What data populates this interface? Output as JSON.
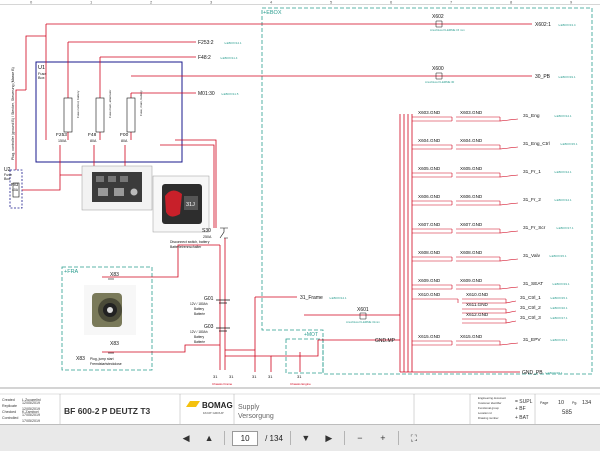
{
  "sheet": {
    "ebox_label": "+EBOX",
    "fra_label": "+FRA",
    "mot_label": "+MOT",
    "u1": {
      "tag": "U1",
      "desc1": "Fuse",
      "desc2": "Box"
    },
    "u2": {
      "tag": "U2",
      "desc1": "Fuse",
      "desc2": "Box"
    },
    "f83": {
      "tag": "F83",
      "rating": "40A"
    },
    "fuses": [
      {
        "tag": "F253",
        "rating": "150A",
        "desc": "Fuse control, battery"
      },
      {
        "tag": "F48",
        "rating": "80A",
        "desc": "Fuse main, alternator"
      },
      {
        "tag": "F00",
        "rating": "80A",
        "desc": "Fuse, main, battery"
      }
    ],
    "plug_label": "Plug, controller (ground B) / Stecker, Steuerung (Masse B)",
    "refs": {
      "f253": "F253:2",
      "f48": "F48:2",
      "m01": "M01:30",
      "x602_1": "X602:1",
      "pb30": "30_PB",
      "frame31": "31_Frame",
      "gnd_mp": "GND.MP",
      "gnd_pb": "GND_PB"
    },
    "page_refs": {
      "f253": "/+EBOX/14.1",
      "f48": "/+EBOX/11.4",
      "m01": "/+EBOX/11.5",
      "x602_1": "/+EBOX/13.4",
      "pb30": "/+EBOX/19.1",
      "frame31": "/+EBOX/14.1",
      "gnd_pb": "/+EBOX/15.1"
    },
    "connectors": {
      "x602": "X602",
      "x600": "X600",
      "x601": "X601",
      "x602_desc": "Anschluss KLEMME 15 mm",
      "x600_desc": "Anschluss KLEMME 30",
      "x601_desc": "Anschluss KLEMME 31mm"
    },
    "s30": {
      "tag": "S30",
      "rating": "250A",
      "desc1": "Disconnect switch, battery",
      "desc2": "Batterietrennschalter"
    },
    "photo_label": "31J",
    "x83_top": "X83",
    "x83_bottom": "X83",
    "x83_desc1": "Plug, jump start",
    "x83_desc2": "Fremdstartsteckdose",
    "g01": {
      "tag": "G01",
      "desc1": "12V / 180Ah",
      "desc2": "Battery",
      "desc3": "Batterie"
    },
    "g03": {
      "tag": "G03",
      "desc1": "12V / 180Ah",
      "desc2": "Battery",
      "desc3": "Batterie"
    },
    "gnd_rows": [
      {
        "x": "X603.GND",
        "y": "X603.GND",
        "out": "31_Eng",
        "ref": "/+EBOX/14.1"
      },
      {
        "x": "X604.GND",
        "y": "X604.GND",
        "out": "31_Eng_Ctrl",
        "ref": "/+EBOX/15.1"
      },
      {
        "x": "X605.GND",
        "y": "X605.GND",
        "out": "31_Fr_1",
        "ref": "/+EBOX/14.1"
      },
      {
        "x": "X606.GND",
        "y": "X606.GND",
        "out": "31_Fr_2",
        "ref": "/+EBOX/14.1"
      },
      {
        "x": "X607.GND",
        "y": "X607.GND",
        "out": "31_Fr_Scr",
        "ref": "/+EBOX/17.1"
      },
      {
        "x": "X608.GND",
        "y": "X608.GND",
        "out": "31_Valv",
        "ref": "/+EBOX/15.1"
      },
      {
        "x": "X609.GND",
        "y": "X609.GND",
        "out": "31_SEAT",
        "ref": "/+EBOX/19.1"
      },
      {
        "x": "X610.GND",
        "y": "X610.GND",
        "out": "31_Ctrl_1",
        "ref": "/+EBOX/15.1"
      },
      {
        "x": "",
        "y": "X611.GND",
        "out": "31_Ctrl_2",
        "ref": "/+EBOX/16.1"
      },
      {
        "x": "",
        "y": "X612.GND",
        "out": "31_Ctrl_3",
        "ref": "/+EBOX/17.1"
      },
      {
        "x": "X615.GND",
        "y": "X615.GND",
        "out": "31_EPV",
        "ref": "/+EBOX/15.1"
      }
    ],
    "bottom_terms": [
      "31",
      "31",
      "31",
      "31",
      "31"
    ],
    "bottom_note": "Chassis Frame",
    "bottom_note2": "Chassis Engine",
    "col_numbers": [
      "0",
      "1",
      "2",
      "3",
      "4",
      "5",
      "6",
      "7",
      "8",
      "9"
    ]
  },
  "title_block": {
    "rows": [
      "Created",
      "Replicate",
      "Checked",
      "Controlled"
    ],
    "names": [
      "L.Zucarelini",
      "",
      "K.Zambori",
      ""
    ],
    "dates": [
      "12/05/2019",
      "12/05/2019",
      "17/05/2019",
      "17/05/2019"
    ],
    "drawing_title": "BF 600-2 P DEUTZ T3",
    "company": "BOMAG",
    "company_sub": "FAYAT GROUP",
    "sheet_title1": "Supply",
    "sheet_title2": "Versorgung",
    "meta_labels": [
      "Engineering document",
      "Customer identifier",
      "Functional group",
      "Location id",
      "Drawing number"
    ],
    "suffix1": "= SUPL",
    "suffix2": "+ BF",
    "suffix3": "+ BAT",
    "page_label": "Page",
    "page_num": "10",
    "sheet_label": "Pg.",
    "sheet_count": "134",
    "doc_number": "585"
  },
  "toolbar": {
    "current_page": "10",
    "total_pages": "/ 134"
  },
  "colors": {
    "wire": "#d0021b",
    "ebox": "#2a9d8f",
    "u1box": "#1a1a8c"
  }
}
